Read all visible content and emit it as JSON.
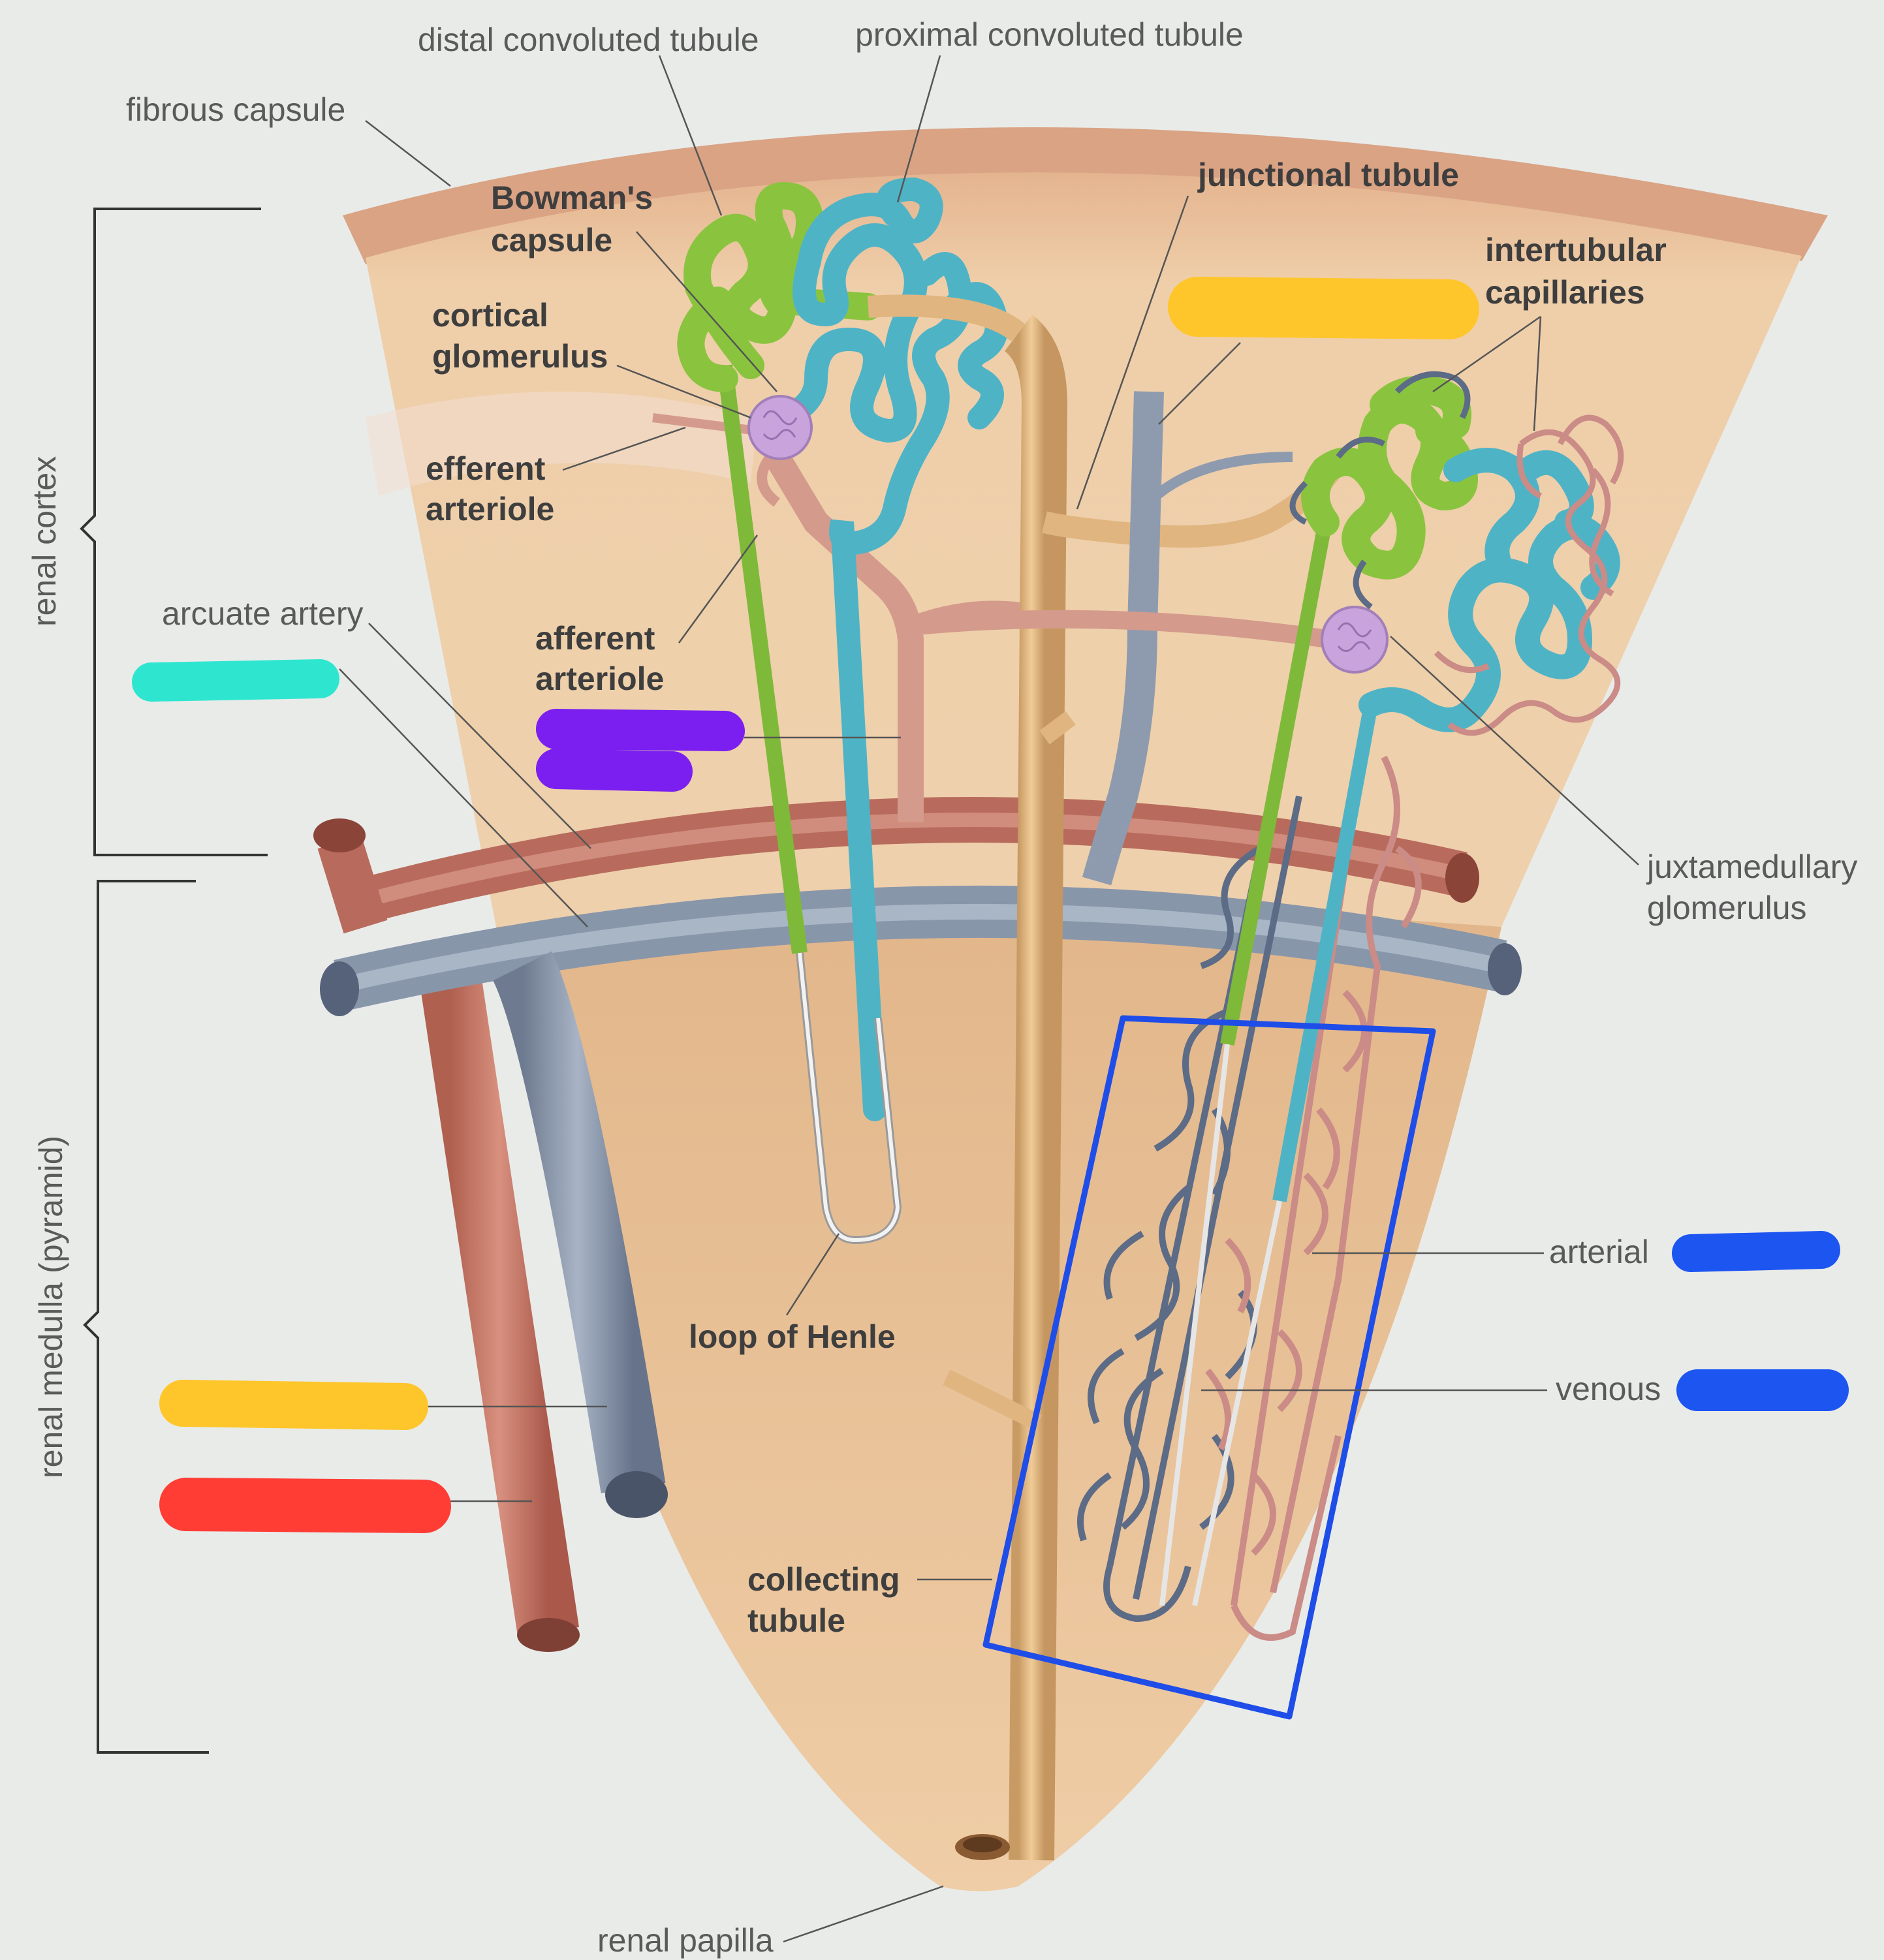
{
  "labels": {
    "distal_convoluted_tubule": "distal convoluted tubule",
    "proximal_convoluted_tubule": "proximal convoluted tubule",
    "fibrous_capsule": "fibrous capsule",
    "bowmans_capsule_line1": "Bowman's",
    "bowmans_capsule_line2": "capsule",
    "cortical_glomerulus_line1": "cortical",
    "cortical_glomerulus_line2": "glomerulus",
    "efferent_arteriole_line1": "efferent",
    "efferent_arteriole_line2": "arteriole",
    "afferent_arteriole_line1": "afferent",
    "afferent_arteriole_line2": "arteriole",
    "arcuate_artery": "arcuate artery",
    "junctional_tubule": "junctional tubule",
    "intertubular_capillaries_line1": "intertubular",
    "intertubular_capillaries_line2": "capillaries",
    "juxtamedullary_glomerulus_line1": "juxtamedullary",
    "juxtamedullary_glomerulus_line2": "glomerulus",
    "arterial": "arterial",
    "venous": "venous",
    "loop_of_henle": "loop of Henle",
    "collecting_tubule_line1": "collecting",
    "collecting_tubule_line2": "tubule",
    "renal_papilla": "renal papilla",
    "renal_cortex": "renal cortex",
    "renal_medulla": "renal medulla (pyramid)"
  },
  "colors": {
    "background": "#e9ebe9",
    "cortex": "#ecc9a2",
    "medulla": "#e6b989",
    "capsule": "#d9a98a",
    "artery": "#c8796b",
    "vein": "#8e9bae",
    "collecting_duct": "#e1b57f",
    "distal_tubule": "#8ac43f",
    "proximal_tubule": "#4fb3c6",
    "glomerulus": "#c9a4dc",
    "highlight_box": "#1f4de8",
    "mark_cyan": "#2ee6d0",
    "mark_purple": "#7a1ff0",
    "mark_yellow": "#ffc62b",
    "mark_red": "#ff3d35",
    "mark_blue": "#1d55f0"
  }
}
